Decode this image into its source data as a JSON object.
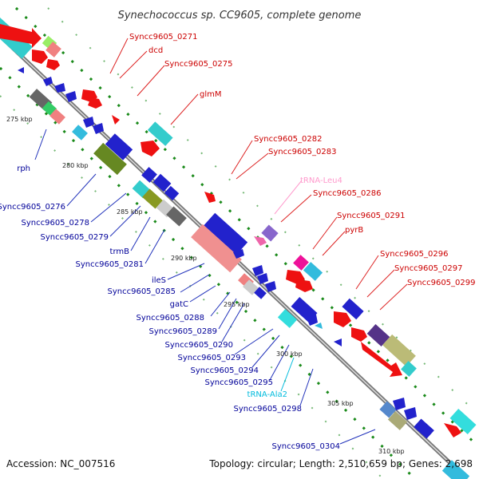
{
  "title": "Synechococcus sp. CC9605, complete genome",
  "footer": {
    "accession": "Accession: NC_007516",
    "topology": "Topology: circular; Length: 2,510,659 bp; Genes: 2,698"
  },
  "colors": {
    "forward_label": "#cc0000",
    "reverse_label": "#000099",
    "trna_forward": "#ff99cc",
    "trna_reverse": "#00bbdd",
    "backbone": "#888888",
    "tick": "#228822"
  },
  "kbp_ticks": [
    "275 kbp",
    "280 kbp",
    "285 kbp",
    "290 kbp",
    "295 kbp",
    "300 kbp",
    "305 kbp",
    "310 kbp"
  ],
  "forward_labels": [
    "Syncc9605_0271",
    "dcd",
    "Syncc9605_0275",
    "glmM",
    "Syncc9605_0282",
    "Syncc9605_0283",
    "tRNA-Leu4",
    "Syncc9605_0286",
    "Syncc9605_0291",
    "pyrB",
    "Syncc9605_0296",
    "Syncc9605_0297",
    "Syncc9605_0299"
  ],
  "reverse_labels": [
    "rph",
    "Syncc9605_0276",
    "Syncc9605_0278",
    "Syncc9605_0279",
    "trmB",
    "Syncc9605_0281",
    "ileS",
    "Syncc9605_0285",
    "gatC",
    "Syncc9605_0288",
    "Syncc9605_0289",
    "Syncc9605_0290",
    "Syncc9605_0293",
    "Syncc9605_0294",
    "Syncc9605_0295",
    "tRNA-Ala2",
    "Syncc9605_0298",
    "Syncc9605_0304"
  ]
}
